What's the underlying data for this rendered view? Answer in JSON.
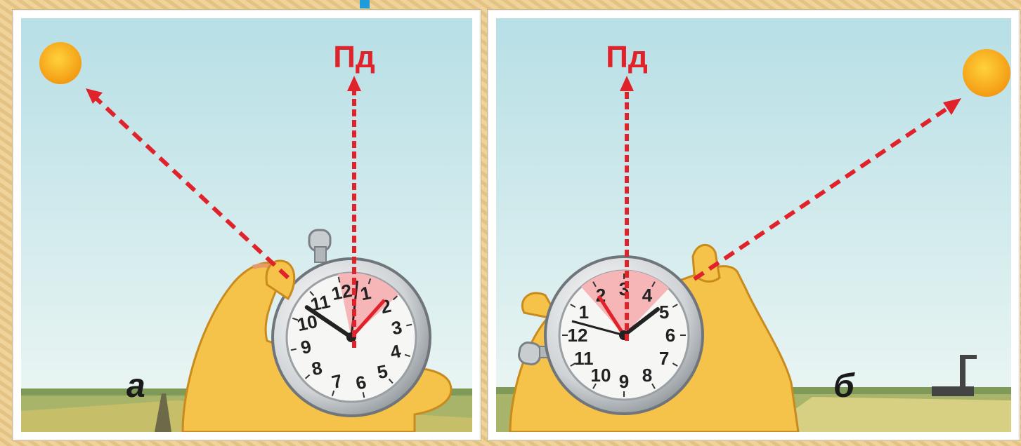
{
  "panels": [
    {
      "id": "a",
      "direction_label": "Пд",
      "panel_label": "а",
      "dial_numbers": [
        "12",
        "1",
        "2",
        "3",
        "4",
        "5",
        "6",
        "7",
        "8",
        "9",
        "10",
        "11"
      ]
    },
    {
      "id": "b",
      "direction_label": "Пд",
      "panel_label": "б",
      "dial_numbers": [
        "3",
        "4",
        "5",
        "6",
        "7",
        "8",
        "9",
        "10",
        "11",
        "12",
        "1",
        "2"
      ]
    }
  ],
  "colors": {
    "arrow": "#e0232b",
    "sky_top": "#b7dfe6",
    "sky_bottom": "#eef7f4",
    "sun": "#f7a21b",
    "hand": "#f5c24a",
    "sector": "#f6b6b8",
    "frame": "#c9b58a",
    "accent_marker": "#1e9bd8"
  }
}
